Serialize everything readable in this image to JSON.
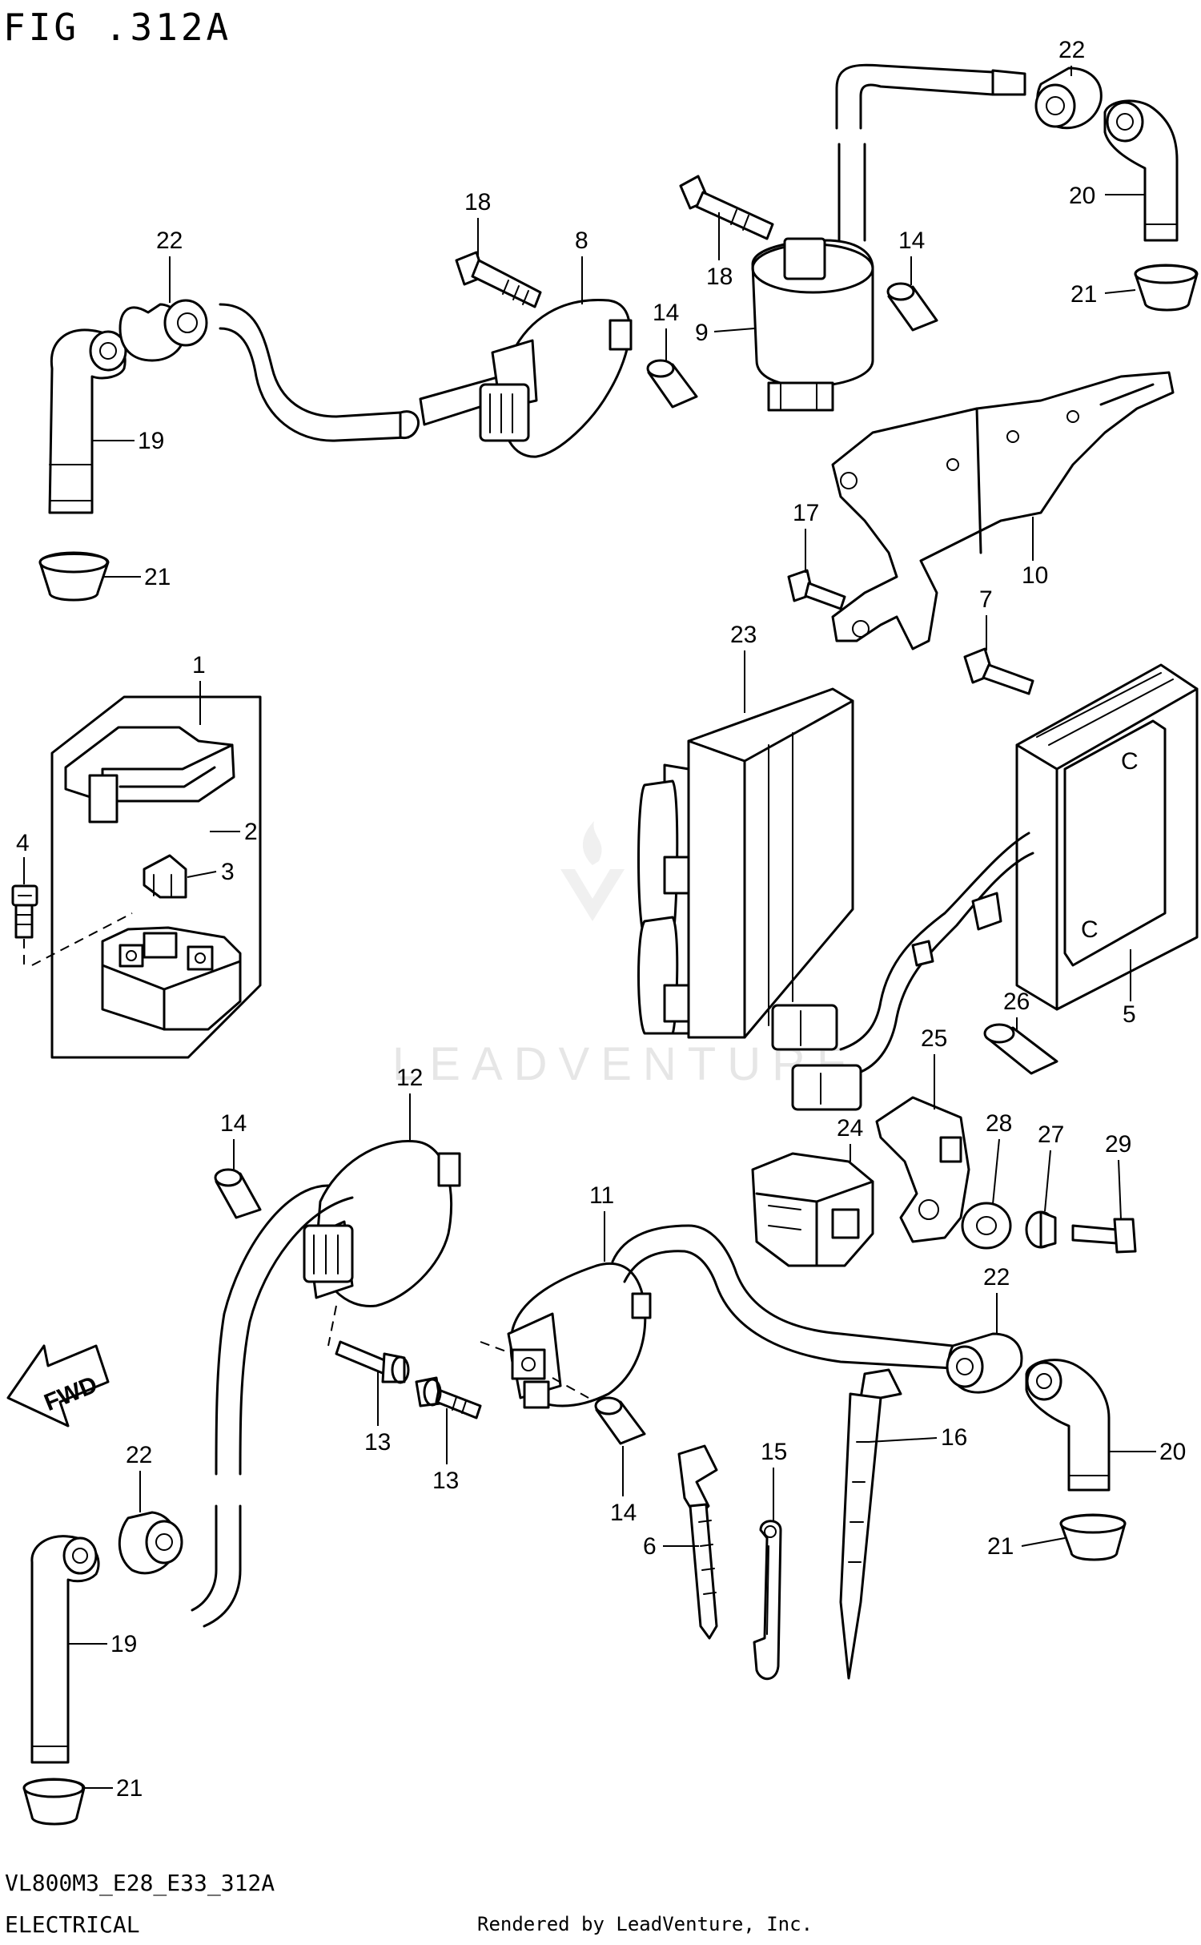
{
  "figure": {
    "title": "FIG .312A",
    "model_code": "VL800M3_E28_E33_312A",
    "section": "ELECTRICAL",
    "credit": "Rendered by LeadVenture, Inc.",
    "watermark": "LEADVENTURE",
    "direction_label": "FWD"
  },
  "callouts": [
    {
      "id": "c1",
      "label": "1"
    },
    {
      "id": "c2",
      "label": "2"
    },
    {
      "id": "c3",
      "label": "3"
    },
    {
      "id": "c4",
      "label": "4"
    },
    {
      "id": "c5",
      "label": "5"
    },
    {
      "id": "c6",
      "label": "6"
    },
    {
      "id": "c7",
      "label": "7"
    },
    {
      "id": "c8",
      "label": "8"
    },
    {
      "id": "c9",
      "label": "9"
    },
    {
      "id": "c10",
      "label": "10"
    },
    {
      "id": "c11",
      "label": "11"
    },
    {
      "id": "c12",
      "label": "12"
    },
    {
      "id": "c13a",
      "label": "13"
    },
    {
      "id": "c13b",
      "label": "13"
    },
    {
      "id": "c14a",
      "label": "14"
    },
    {
      "id": "c14b",
      "label": "14"
    },
    {
      "id": "c14c",
      "label": "14"
    },
    {
      "id": "c14d",
      "label": "14"
    },
    {
      "id": "c15",
      "label": "15"
    },
    {
      "id": "c16",
      "label": "16"
    },
    {
      "id": "c17",
      "label": "17"
    },
    {
      "id": "c18a",
      "label": "18"
    },
    {
      "id": "c18b",
      "label": "18"
    },
    {
      "id": "c19a",
      "label": "19"
    },
    {
      "id": "c19b",
      "label": "19"
    },
    {
      "id": "c20a",
      "label": "20"
    },
    {
      "id": "c20b",
      "label": "20"
    },
    {
      "id": "c21a",
      "label": "21"
    },
    {
      "id": "c21b",
      "label": "21"
    },
    {
      "id": "c21c",
      "label": "21"
    },
    {
      "id": "c21d",
      "label": "21"
    },
    {
      "id": "c22a",
      "label": "22"
    },
    {
      "id": "c22b",
      "label": "22"
    },
    {
      "id": "c22c",
      "label": "22"
    },
    {
      "id": "c22d",
      "label": "22"
    },
    {
      "id": "c23",
      "label": "23"
    },
    {
      "id": "c24",
      "label": "24"
    },
    {
      "id": "c25",
      "label": "25"
    },
    {
      "id": "c26",
      "label": "26"
    },
    {
      "id": "c27",
      "label": "27"
    },
    {
      "id": "c28",
      "label": "28"
    },
    {
      "id": "c29",
      "label": "29"
    }
  ],
  "regulator_marks": [
    "C",
    "C"
  ]
}
